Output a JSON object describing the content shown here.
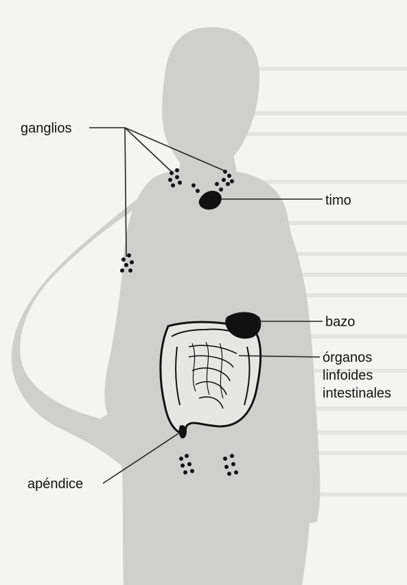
{
  "labels": {
    "ganglios": "ganglios",
    "timo": "timo",
    "bazo": "bazo",
    "organos": [
      "órganos",
      "linfoides",
      "intestinales"
    ],
    "apendice": "apéndice"
  },
  "colors": {
    "background": "#f4f4f2",
    "body_silhouette": "#cfcfcd",
    "organ": "#111111",
    "intestine_fill": "#e6e6e4",
    "leader_line": "#222222"
  }
}
